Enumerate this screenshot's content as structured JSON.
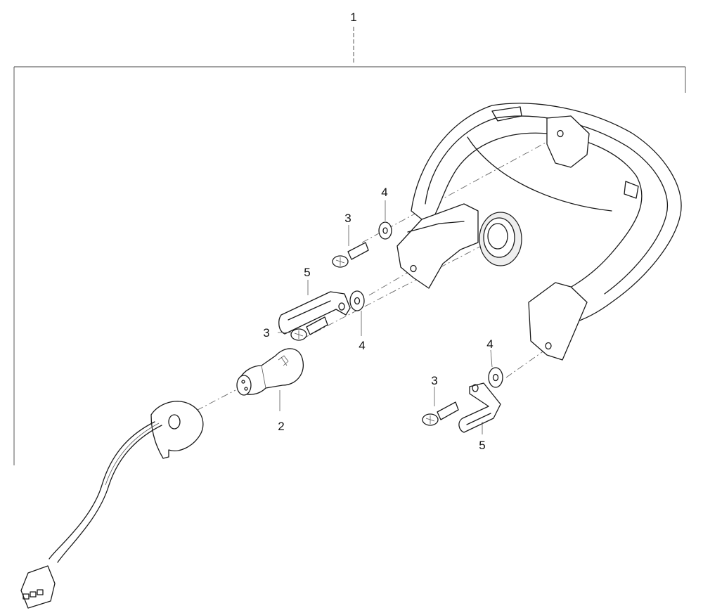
{
  "diagram": {
    "callouts": {
      "assembly": "1",
      "bulb": "2",
      "screw_upper": "3",
      "screw_middle": "3",
      "screw_lower": "3",
      "washer_upper": "4",
      "washer_middle": "4",
      "washer_lower": "4",
      "bracket_upper": "5",
      "bracket_lower": "5"
    }
  }
}
